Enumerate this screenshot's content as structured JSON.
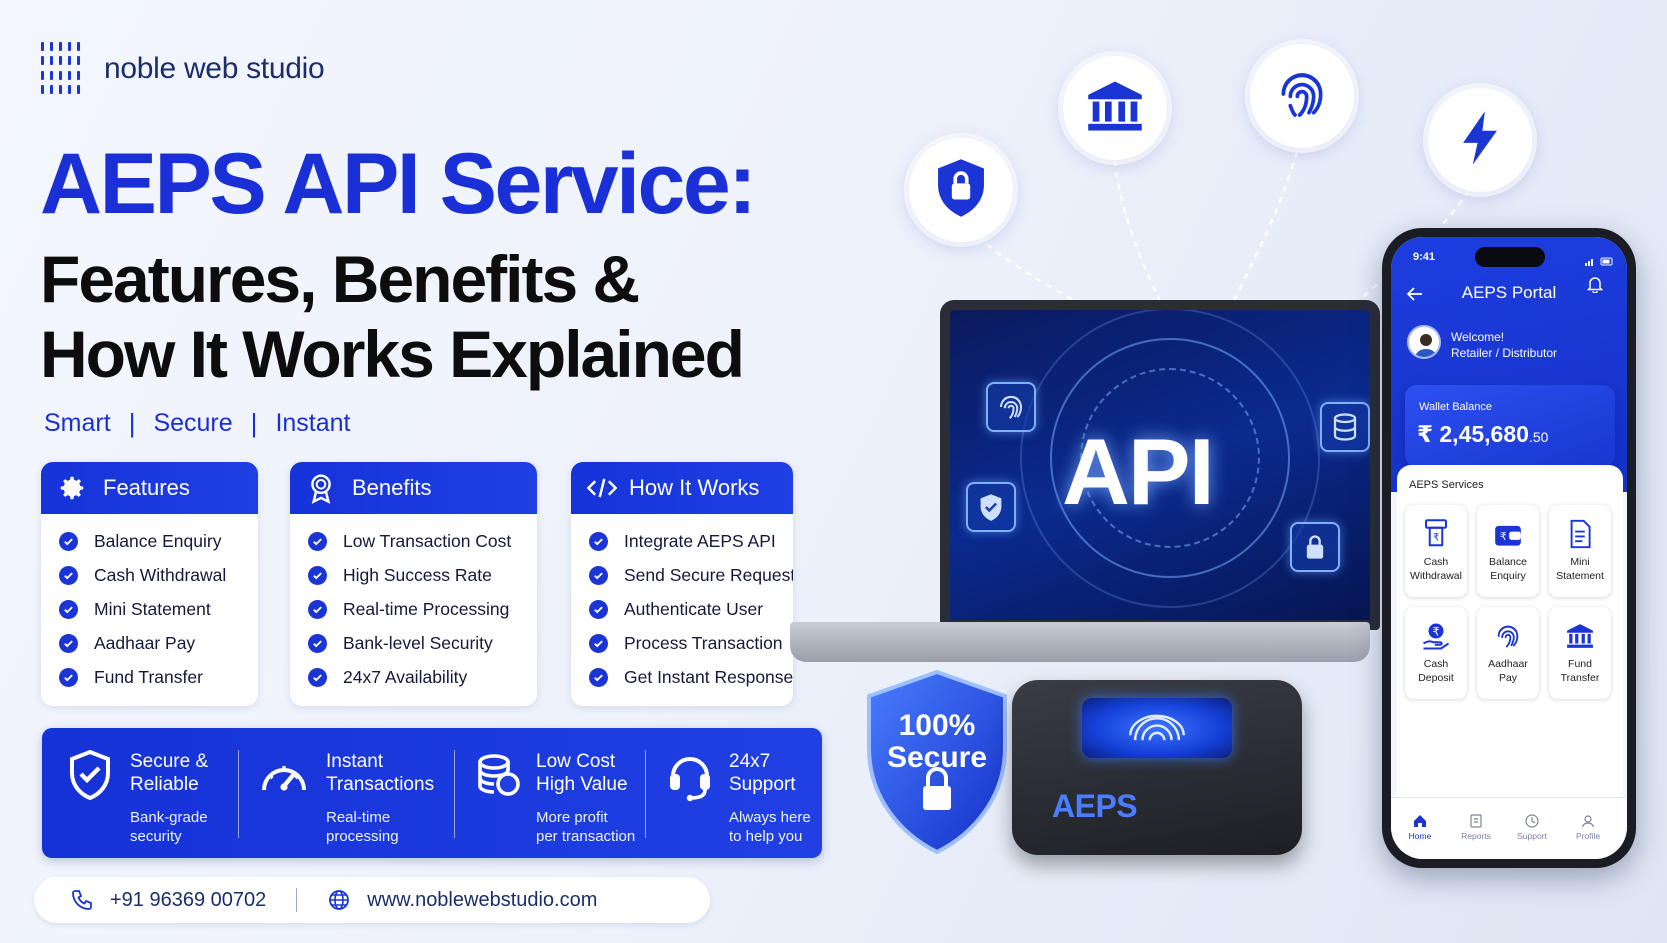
{
  "brand": {
    "name": "noble web studio",
    "color": "#1a35d4"
  },
  "headline": {
    "line1": "AEPS API Service:",
    "line2": "Features, Benefits &",
    "line3": "How It Works Explained"
  },
  "tagline": [
    "Smart",
    "Secure",
    "Instant"
  ],
  "cards": [
    {
      "title": "Features",
      "icon": "gear-icon",
      "items": [
        "Balance Enquiry",
        "Cash Withdrawal",
        "Mini Statement",
        "Aadhaar Pay",
        "Fund Transfer"
      ]
    },
    {
      "title": "Benefits",
      "icon": "award-icon",
      "items": [
        "Low Transaction Cost",
        "High Success Rate",
        "Real-time Processing",
        "Bank-level Security",
        "24x7 Availability"
      ]
    },
    {
      "title": "How It Works",
      "icon": "code-icon",
      "items": [
        "Integrate AEPS API",
        "Send Secure Request",
        "Authenticate User",
        "Process Transaction",
        "Get Instant Response"
      ]
    }
  ],
  "highlights": [
    {
      "title1": "Secure &",
      "title2": "Reliable",
      "sub1": "Bank-grade",
      "sub2": "security",
      "icon": "shield-check-icon"
    },
    {
      "title1": "Instant",
      "title2": "Transactions",
      "sub1": "Real-time",
      "sub2": "processing",
      "icon": "speedometer-icon"
    },
    {
      "title1": "Low Cost",
      "title2": "High Value",
      "sub1": "More profit",
      "sub2": "per transaction",
      "icon": "coins-icon"
    },
    {
      "title1": "24x7",
      "title2": "Support",
      "sub1": "Always here",
      "sub2": "to help you",
      "icon": "headset-icon"
    }
  ],
  "contact": {
    "phone": "+91 96369 00702",
    "website": "www.noblewebstudio.com"
  },
  "illustration": {
    "nodes": [
      "lock-shield-icon",
      "bank-icon",
      "fingerprint-icon",
      "lightning-icon"
    ],
    "laptop_label": "API",
    "shield_line1": "100%",
    "shield_line2": "Secure",
    "device_label": "AEPS"
  },
  "phone": {
    "time": "9:41",
    "title": "AEPS Portal",
    "welcome": "Welcome!",
    "role": "Retailer / Distributor",
    "wallet_label": "Wallet Balance",
    "wallet_amount": "₹ 2,45,680",
    "wallet_decimals": ".50",
    "services_title": "AEPS Services",
    "services": [
      {
        "line1": "Cash",
        "line2": "Withdrawal",
        "icon": "atm-icon"
      },
      {
        "line1": "Balance",
        "line2": "Enquiry",
        "icon": "wallet-icon"
      },
      {
        "line1": "Mini",
        "line2": "Statement",
        "icon": "document-icon"
      },
      {
        "line1": "Cash",
        "line2": "Deposit",
        "icon": "rupee-hand-icon"
      },
      {
        "line1": "Aadhaar",
        "line2": "Pay",
        "icon": "fingerprint-icon"
      },
      {
        "line1": "Fund",
        "line2": "Transfer",
        "icon": "bank-icon"
      }
    ],
    "tabs": [
      "Home",
      "Reports",
      "Support",
      "Profile"
    ]
  }
}
